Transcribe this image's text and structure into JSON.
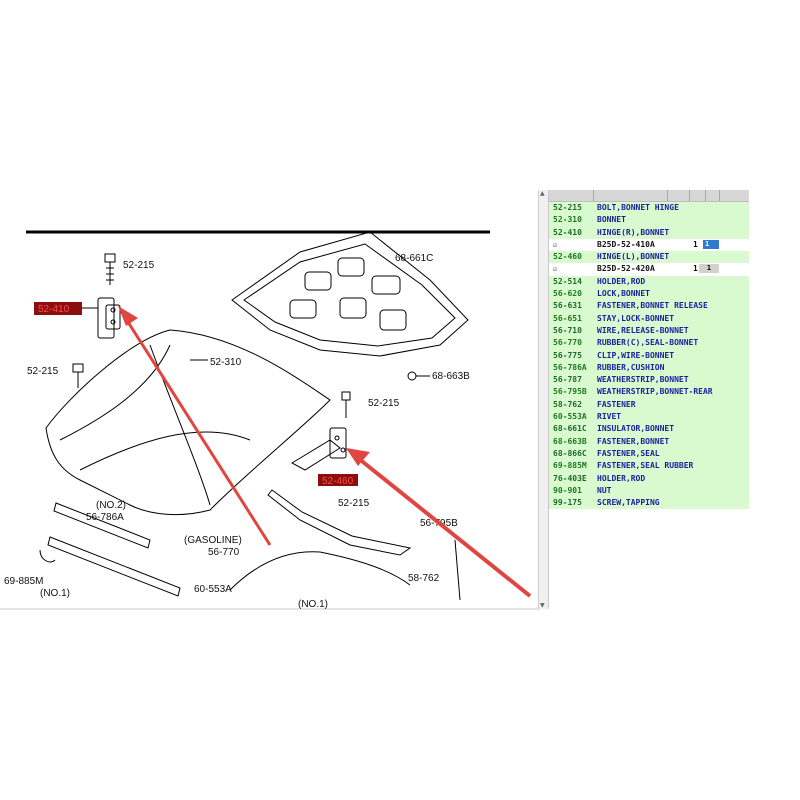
{
  "diagram": {
    "callouts": {
      "c_52_215_top": "52-215",
      "c_52_410": "52-410",
      "c_52_215_left": "52-215",
      "c_52_310": "52-310",
      "c_68_661C": "68-661C",
      "c_68_663B": "68-663B",
      "c_52_215_right": "52-215",
      "c_52_460": "52-460",
      "c_52_215_lower": "52-215",
      "c_no2": "(NO.2)",
      "c_56_786A": "56-786A",
      "c_gasoline": "(GASOLINE)",
      "c_56_770": "56-770",
      "c_56_795B": "56-795B",
      "c_69_885M": "69-885M",
      "c_no1": "(NO.1)",
      "c_60_553A": "60-553A",
      "c_58_762": "58-762",
      "c_no1b": "(NO.1)"
    },
    "highlight_color": "#8b0f0f",
    "arrow_color": "#e0463f"
  },
  "parts": {
    "rows": [
      {
        "code": "52-215",
        "desc": "BOLT,BONNET HINGE"
      },
      {
        "code": "52-310",
        "desc": "BONNET"
      },
      {
        "code": "52-410",
        "desc": "HINGE(R),BONNET"
      },
      {
        "code": "52-460",
        "desc": "HINGE(L),BONNET"
      },
      {
        "code": "52-514",
        "desc": "HOLDER,ROD"
      },
      {
        "code": "56-620",
        "desc": "LOCK,BONNET"
      },
      {
        "code": "56-631",
        "desc": "FASTENER,BONNET RELEASE"
      },
      {
        "code": "56-651",
        "desc": "STAY,LOCK-BONNET"
      },
      {
        "code": "56-710",
        "desc": "WIRE,RELEASE-BONNET"
      },
      {
        "code": "56-770",
        "desc": "RUBBER(C),SEAL-BONNET"
      },
      {
        "code": "56-775",
        "desc": "CLIP,WIRE-BONNET"
      },
      {
        "code": "56-786A",
        "desc": "RUBBER,CUSHION"
      },
      {
        "code": "56-787",
        "desc": "WEATHERSTRIP,BONNET"
      },
      {
        "code": "56-795B",
        "desc": "WEATHERSTRIP,BONNET-REAR"
      },
      {
        "code": "58-762",
        "desc": "FASTENER"
      },
      {
        "code": "60-553A",
        "desc": "RIVET"
      },
      {
        "code": "68-661C",
        "desc": "INSULATOR,BONNET"
      },
      {
        "code": "68-663B",
        "desc": "FASTENER,BONNET"
      },
      {
        "code": "68-866C",
        "desc": "FASTENER,SEAL"
      },
      {
        "code": "69-885M",
        "desc": "FASTENER,SEAL RUBBER"
      },
      {
        "code": "76-403E",
        "desc": "HOLDER,ROD"
      },
      {
        "code": "90-901",
        "desc": "NUT"
      },
      {
        "code": "99-175",
        "desc": "SCREW,TAPPING"
      }
    ],
    "sub_rows": {
      "r410": {
        "check": "☑",
        "part_no": "B25D-52-410A",
        "qty": "1",
        "box": "1"
      },
      "r460": {
        "check": "☑",
        "part_no": "B25D-52-420A",
        "qty": "1",
        "box": "1"
      }
    }
  }
}
